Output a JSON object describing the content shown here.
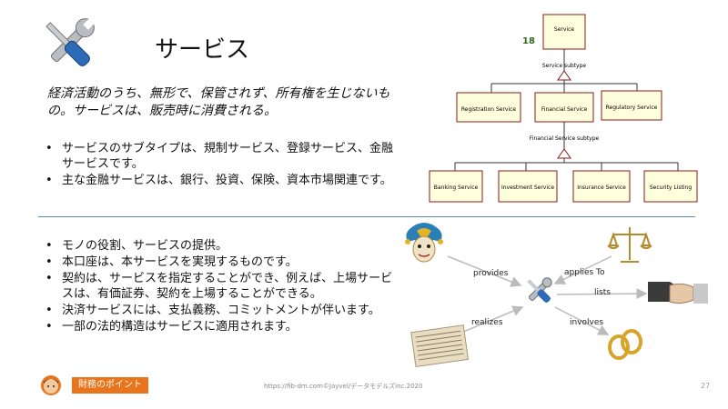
{
  "slide": {
    "title": "サービス",
    "definition": "経済活動のうち、無形で、保管されず、所有権を生じないもの。サービスは、販売時に消費される。",
    "bullets_top": [
      "サービスのサブタイプは、規制サービス、登録サービス、金融サービスです。",
      "主な金融サービスは、銀行、投資、保険、資本市場関連です。"
    ],
    "bullets_bottom": [
      "モノの役割、サービスの提供。",
      "本口座は、本サービスを実現するものです。",
      "契約は、サービスを指定することができ、例えば、上場サービスは、有価証券、契約を上場することができる。",
      "決済サービスには、支払義務、コミットメントが伴います。",
      "一部の法的構造はサービスに適用されます。"
    ]
  },
  "diagram": {
    "number": "18",
    "root": "Service",
    "subtype_label": "Service subtype",
    "subtypes": [
      "Registration Service",
      "Financial Service",
      "Regulatory Service"
    ],
    "financial_subtype_label": "Financial Service subtype",
    "financial_subtypes": [
      "Banking Service",
      "Investment Service",
      "Insurance Service",
      "Security Listing"
    ]
  },
  "relations": {
    "provides": "provides",
    "applies_to": "applies To",
    "lists": "lists",
    "realizes": "realizes",
    "involves": "involves"
  },
  "footer": {
    "button": "財務のポイント",
    "url": "https://fib-dm.com©Jayvel/データモデルズinc.2020",
    "page": "27"
  },
  "icons": {
    "tools": "wrench-screwdriver-icon",
    "mask": "jester-mask-icon",
    "scales": "scales-of-justice-icon",
    "handshake": "handshake-icon",
    "newspaper": "newspaper-icon",
    "rings": "wedding-rings-icon",
    "avatar": "presenter-avatar-icon"
  },
  "colors": {
    "box_fill": "#ffffdd",
    "box_border": "#8b1a1a",
    "rule": "#5b8fa3",
    "footer_button": "#e8741c"
  }
}
